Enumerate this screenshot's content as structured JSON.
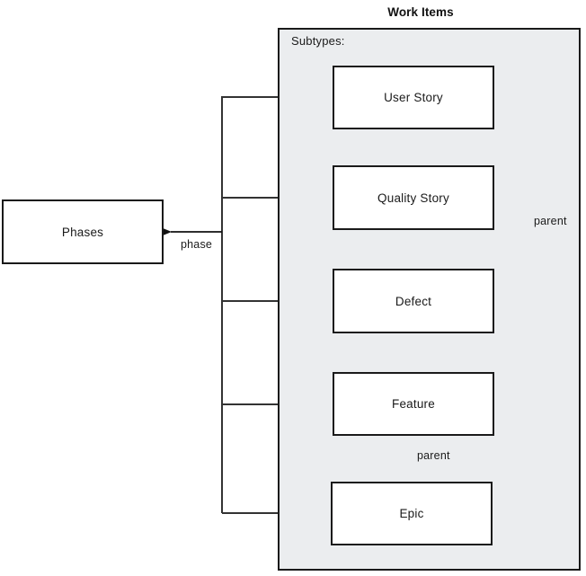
{
  "diagram": {
    "title": "Work Items",
    "group": {
      "label": "Subtypes:",
      "fill_color": "#ebedef",
      "border_color": "#1a1a1a"
    },
    "nodes": [
      {
        "id": "phases",
        "label": "Phases"
      },
      {
        "id": "user-story",
        "label": "User Story"
      },
      {
        "id": "quality-story",
        "label": "Quality Story"
      },
      {
        "id": "defect",
        "label": "Defect"
      },
      {
        "id": "feature",
        "label": "Feature"
      },
      {
        "id": "epic",
        "label": "Epic"
      }
    ],
    "edge_labels": {
      "phase": "phase",
      "parent_right": "parent",
      "parent_down": "parent"
    },
    "colors": {
      "node_fill": "#ffffff",
      "node_border": "#1a1a1a",
      "line": "#333333",
      "background": "#ffffff"
    }
  }
}
